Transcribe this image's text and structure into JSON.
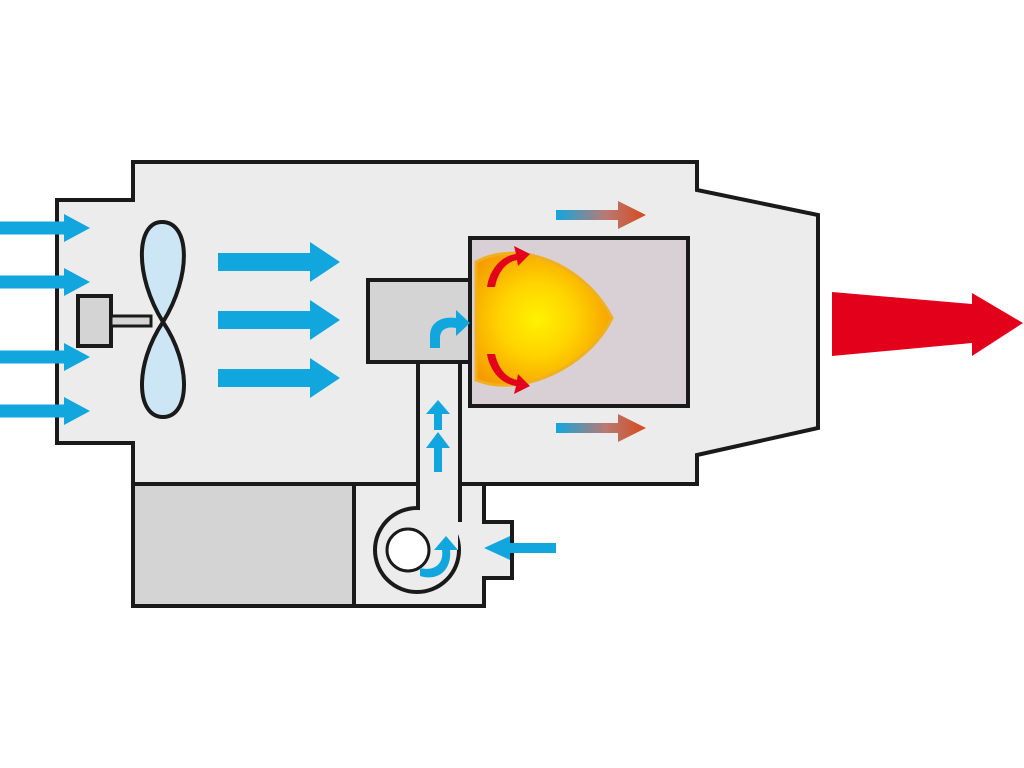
{
  "diagram": {
    "kind": "air-heater-schematic",
    "colors": {
      "background": "#ffffff",
      "housing": "#ececec",
      "outline": "#1a1a1a",
      "fan_blade": "#cde6f5",
      "motor": "#d4d4d4",
      "tank": "#d4d4d4",
      "chamber": "#d8d0d4",
      "cold_air": "#12a6de",
      "warm_air": "#d64a1e",
      "hot_air": "#e3001b",
      "flame_outer": "#f59a00",
      "flame_inner": "#fff200",
      "flame_recirculation": "#e3001b"
    },
    "components": [
      {
        "id": "housing",
        "icon": "heater-housing"
      },
      {
        "id": "motor",
        "icon": "motor-icon"
      },
      {
        "id": "fan",
        "icon": "fan-icon"
      },
      {
        "id": "burner",
        "icon": "burner-head"
      },
      {
        "id": "combustion-chamber",
        "icon": "chamber"
      },
      {
        "id": "flame",
        "icon": "flame-icon"
      },
      {
        "id": "fuel-tank",
        "icon": "tank"
      },
      {
        "id": "fuel-pump",
        "icon": "pump-icon"
      },
      {
        "id": "fuel-line",
        "icon": "pipe"
      },
      {
        "id": "outlet-nozzle",
        "icon": "nozzle"
      }
    ],
    "flows": [
      {
        "id": "intake-air",
        "color": "cold_air",
        "count": 4
      },
      {
        "id": "fan-air",
        "color": "cold_air",
        "count": 3
      },
      {
        "id": "chamber-bypass-air",
        "color": "warm_air",
        "count": 2
      },
      {
        "id": "fuel-inlet",
        "color": "cold_air",
        "count": 1
      },
      {
        "id": "fuel-line-flow",
        "color": "cold_air",
        "count": 3
      },
      {
        "id": "flame-recirculation",
        "color": "flame_recirculation",
        "count": 2
      },
      {
        "id": "hot-air-output",
        "color": "hot_air",
        "count": 1
      }
    ]
  }
}
